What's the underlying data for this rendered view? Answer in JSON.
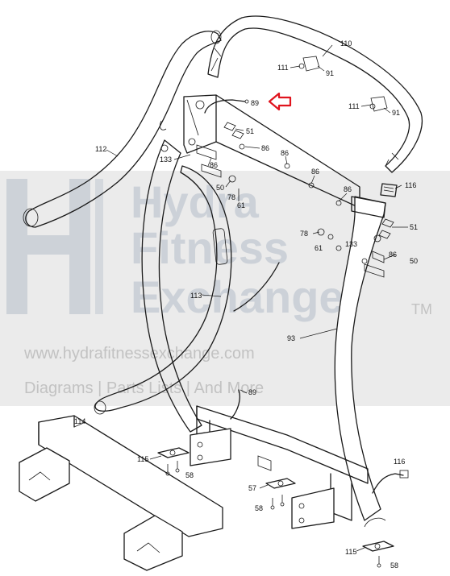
{
  "watermark": {
    "brand_line1": "Hydra",
    "brand_line2": "Fitness",
    "brand_line3": "Exchange",
    "trademark": "TM",
    "url": "www.hydrafitnessexchange.com",
    "tagline": "Diagrams | Parts Lists | And More",
    "band_color": "#e6e6e6",
    "logo_color": "#c9cfd6"
  },
  "highlight": {
    "part": "89",
    "color": "#e0141e"
  },
  "callouts": [
    "110",
    "111",
    "91",
    "111",
    "91",
    "89",
    "51",
    "86",
    "112",
    "133",
    "86",
    "86",
    "86",
    "50",
    "78",
    "61",
    "86",
    "116",
    "51",
    "78",
    "61",
    "133",
    "86",
    "50",
    "113",
    "93",
    "89",
    "114",
    "115",
    "58",
    "116",
    "57",
    "58",
    "115",
    "58"
  ]
}
